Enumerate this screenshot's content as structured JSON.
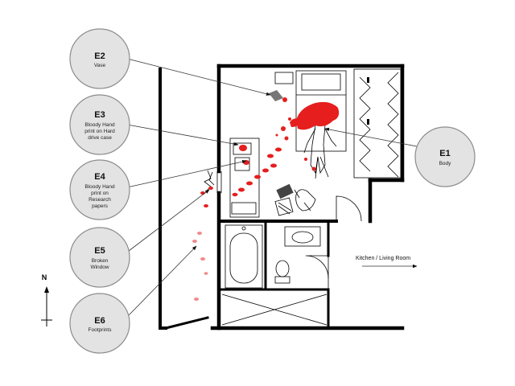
{
  "evidence": [
    {
      "id": "E1",
      "lines": [
        "Body"
      ]
    },
    {
      "id": "E2",
      "lines": [
        "Vase"
      ]
    },
    {
      "id": "E3",
      "lines": [
        "Bloody Hand",
        "print on Hard",
        "drive case"
      ]
    },
    {
      "id": "E4",
      "lines": [
        "Bloody Hand",
        "print on",
        "Research",
        "papers"
      ]
    },
    {
      "id": "E5",
      "lines": [
        "Broken",
        "Window"
      ]
    },
    {
      "id": "E6",
      "lines": [
        "Footprints"
      ]
    }
  ],
  "labels": {
    "kitchen": "Kitchen / Living Room",
    "north": "N"
  },
  "colors": {
    "blood": "#e61e1e",
    "circle_fill": "#e3e3e3"
  }
}
